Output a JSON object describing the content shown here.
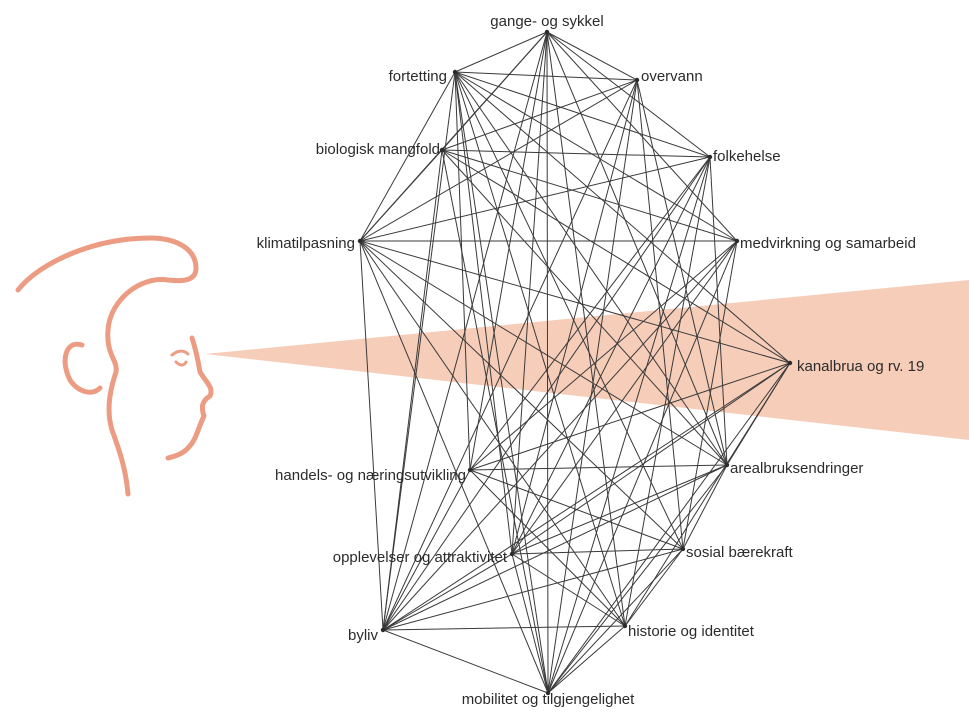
{
  "diagram": {
    "colors": {
      "figure_stroke": "#ec9c82",
      "beam_fill": "#f6cdb9",
      "edge": "#3a3a3a",
      "text": "#2b2b2b"
    },
    "viewer_icon": "human-head-profile-icon",
    "nodes": [
      {
        "id": "gange",
        "label": "gange- og sykkel"
      },
      {
        "id": "fortetting",
        "label": "fortetting"
      },
      {
        "id": "overvann",
        "label": "overvann"
      },
      {
        "id": "biologisk",
        "label": "biologisk mangfold"
      },
      {
        "id": "folkehelse",
        "label": "folkehelse"
      },
      {
        "id": "klima",
        "label": "klimatilpasning"
      },
      {
        "id": "medvirkning",
        "label": "medvirkning og samarbeid"
      },
      {
        "id": "kanalbrua",
        "label": "kanalbrua og rv. 19"
      },
      {
        "id": "handel",
        "label": "handels- og næringsutvikling"
      },
      {
        "id": "arealbruk",
        "label": "arealbruksendringer"
      },
      {
        "id": "opplevelser",
        "label": "opplevelser og attraktivitet"
      },
      {
        "id": "sosial",
        "label": "sosial bærekraft"
      },
      {
        "id": "byliv",
        "label": "byliv"
      },
      {
        "id": "historie",
        "label": "historie og identitet"
      },
      {
        "id": "mobilitet",
        "label": "mobilitet og tilgjengelighet"
      }
    ],
    "edges": [
      [
        "gange",
        "fortetting"
      ],
      [
        "gange",
        "overvann"
      ],
      [
        "gange",
        "biologisk"
      ],
      [
        "gange",
        "folkehelse"
      ],
      [
        "gange",
        "klima"
      ],
      [
        "gange",
        "medvirkning"
      ],
      [
        "gange",
        "arealbruk"
      ],
      [
        "gange",
        "byliv"
      ],
      [
        "gange",
        "mobilitet"
      ],
      [
        "gange",
        "historie"
      ],
      [
        "gange",
        "opplevelser"
      ],
      [
        "gange",
        "handel"
      ],
      [
        "fortetting",
        "overvann"
      ],
      [
        "fortetting",
        "folkehelse"
      ],
      [
        "fortetting",
        "medvirkning"
      ],
      [
        "fortetting",
        "kanalbrua"
      ],
      [
        "fortetting",
        "arealbruk"
      ],
      [
        "fortetting",
        "sosial"
      ],
      [
        "fortetting",
        "historie"
      ],
      [
        "fortetting",
        "mobilitet"
      ],
      [
        "fortetting",
        "handel"
      ],
      [
        "fortetting",
        "opplevelser"
      ],
      [
        "fortetting",
        "byliv"
      ],
      [
        "fortetting",
        "klima"
      ],
      [
        "overvann",
        "biologisk"
      ],
      [
        "overvann",
        "klima"
      ],
      [
        "overvann",
        "byliv"
      ],
      [
        "overvann",
        "opplevelser"
      ],
      [
        "overvann",
        "arealbruk"
      ],
      [
        "overvann",
        "sosial"
      ],
      [
        "overvann",
        "mobilitet"
      ],
      [
        "biologisk",
        "klima"
      ],
      [
        "biologisk",
        "folkehelse"
      ],
      [
        "biologisk",
        "medvirkning"
      ],
      [
        "biologisk",
        "kanalbrua"
      ],
      [
        "biologisk",
        "arealbruk"
      ],
      [
        "biologisk",
        "mobilitet"
      ],
      [
        "biologisk",
        "byliv"
      ],
      [
        "folkehelse",
        "byliv"
      ],
      [
        "folkehelse",
        "opplevelser"
      ],
      [
        "folkehelse",
        "handel"
      ],
      [
        "folkehelse",
        "mobilitet"
      ],
      [
        "folkehelse",
        "klima"
      ],
      [
        "folkehelse",
        "historie"
      ],
      [
        "folkehelse",
        "arealbruk"
      ],
      [
        "klima",
        "medvirkning"
      ],
      [
        "klima",
        "kanalbrua"
      ],
      [
        "klima",
        "arealbruk"
      ],
      [
        "klima",
        "sosial"
      ],
      [
        "klima",
        "historie"
      ],
      [
        "klima",
        "mobilitet"
      ],
      [
        "klima",
        "byliv"
      ],
      [
        "medvirkning",
        "byliv"
      ],
      [
        "medvirkning",
        "opplevelser"
      ],
      [
        "medvirkning",
        "mobilitet"
      ],
      [
        "medvirkning",
        "sosial"
      ],
      [
        "medvirkning",
        "handel"
      ],
      [
        "kanalbrua",
        "byliv"
      ],
      [
        "kanalbrua",
        "opplevelser"
      ],
      [
        "kanalbrua",
        "historie"
      ],
      [
        "kanalbrua",
        "mobilitet"
      ],
      [
        "kanalbrua",
        "handel"
      ],
      [
        "kanalbrua",
        "arealbruk"
      ],
      [
        "handel",
        "arealbruk"
      ],
      [
        "handel",
        "sosial"
      ],
      [
        "handel",
        "byliv"
      ],
      [
        "handel",
        "historie"
      ],
      [
        "arealbruk",
        "byliv"
      ],
      [
        "arealbruk",
        "opplevelser"
      ],
      [
        "arealbruk",
        "mobilitet"
      ],
      [
        "arealbruk",
        "sosial"
      ],
      [
        "opplevelser",
        "sosial"
      ],
      [
        "opplevelser",
        "historie"
      ],
      [
        "opplevelser",
        "mobilitet"
      ],
      [
        "opplevelser",
        "byliv"
      ],
      [
        "sosial",
        "byliv"
      ],
      [
        "sosial",
        "mobilitet"
      ],
      [
        "sosial",
        "historie"
      ],
      [
        "byliv",
        "historie"
      ],
      [
        "byliv",
        "mobilitet"
      ],
      [
        "historie",
        "mobilitet"
      ]
    ]
  }
}
